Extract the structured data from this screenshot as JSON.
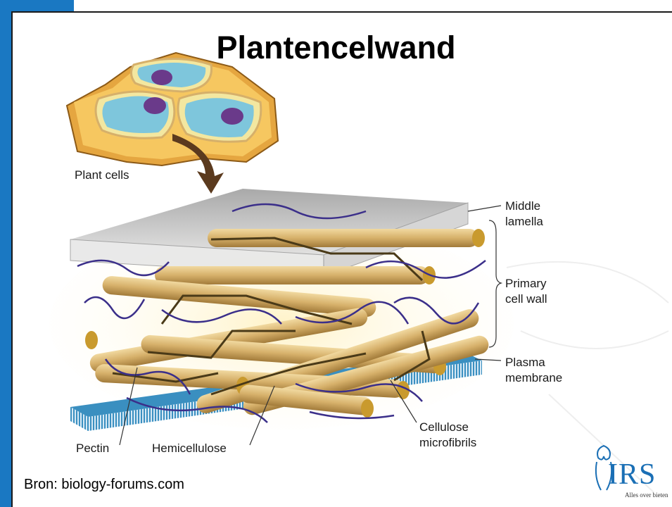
{
  "slide": {
    "title": "Plantencelwand",
    "source": "Bron: biology-forums.com"
  },
  "labels": {
    "plant_cells": "Plant cells",
    "middle_lamella_1": "Middle",
    "middle_lamella_2": "lamella",
    "primary_cell_wall_1": "Primary",
    "primary_cell_wall_2": "cell wall",
    "plasma_membrane_1": "Plasma",
    "plasma_membrane_2": "membrane",
    "cellulose_1": "Cellulose",
    "cellulose_2": "microfibrils",
    "pectin": "Pectin",
    "hemicellulose": "Hemicellulose"
  },
  "logo": {
    "name": "IRS",
    "tagline": "Alles over bieten"
  },
  "colors": {
    "accent_blue": "#1a78c2",
    "cellulose_tan": "#d6b06a",
    "membrane_blue": "#3a8fc0",
    "pectin_purple": "#3b2f8a"
  }
}
